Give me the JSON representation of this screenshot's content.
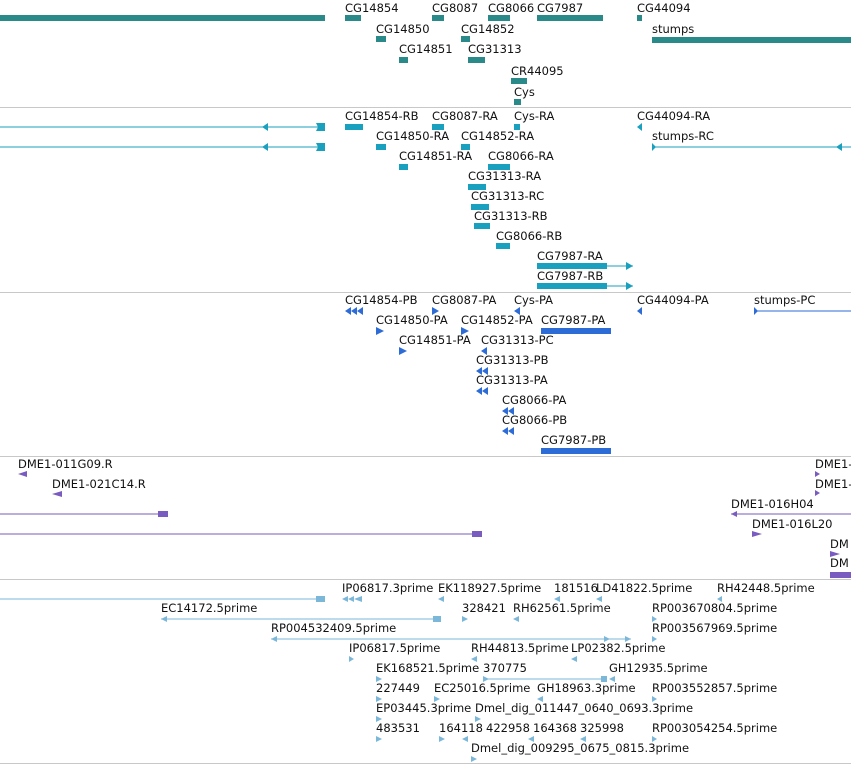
{
  "tracks": [
    {
      "id": "genes",
      "color": "#2a8a8a",
      "labels": [
        "CG14854",
        "CG8087",
        "CG8066",
        "CG7987",
        "CG44094",
        "CG14850",
        "CG14852",
        "stumps",
        "CG14851",
        "CG31313",
        "CR44095",
        "Cys"
      ]
    },
    {
      "id": "transcripts",
      "color": "#1aa0bf",
      "labels": [
        "CG14854-RB",
        "CG8087-RA",
        "Cys-RA",
        "CG44094-RA",
        "CG14850-RA",
        "CG14852-RA",
        "stumps-RC",
        "CG14851-RA",
        "CG8066-RA",
        "CG31313-RA",
        "CG31313-RC",
        "CG31313-RB",
        "CG8066-RB",
        "CG7987-RA",
        "CG7987-RB"
      ]
    },
    {
      "id": "proteins",
      "color": "#2d6bd6",
      "labels": [
        "CG14854-PB",
        "CG8087-PA",
        "Cys-PA",
        "CG44094-PA",
        "stumps-PC",
        "CG14850-PA",
        "CG14852-PA",
        "CG7987-PA",
        "CG14851-PA",
        "CG31313-PC",
        "CG31313-PB",
        "CG31313-PA",
        "CG8066-PA",
        "CG8066-PB",
        "CG7987-PB"
      ]
    },
    {
      "id": "clones",
      "color": "#7a5bbf",
      "labels": [
        "DME1-011G09.R",
        "DME1-",
        "DME1-021C14.R",
        "DME1-",
        "DME1-016H04",
        "DME1-016L20",
        "DM",
        "DM"
      ]
    },
    {
      "id": "ests",
      "color": "#7ab7d9",
      "labels": [
        "IP06817.3prime",
        "EK118927.5prime",
        "181516",
        "LD41822.5prime",
        "RH42448.5prime",
        "EC14172.5prime",
        "328421",
        "RH62561.5prime",
        "RP003670804.5prime",
        "RP004532409.5prime",
        "RP003567969.5prime",
        "IP06817.5prime",
        "RH44813.5prime",
        "LP02382.5prime",
        "EK168521.5prime",
        "370775",
        "GH12935.5prime",
        "227449",
        "EC25016.5prime",
        "GH18963.3prime",
        "RP003552857.5prime",
        "EP03445.3prime",
        "Dmel_dig_011447_0640_0693.3prime",
        "483531",
        "164118",
        "422958",
        "164368",
        "325998",
        "RP003054254.5prime",
        "Dmel_dig_009295_0675_0815.3prime"
      ]
    }
  ]
}
